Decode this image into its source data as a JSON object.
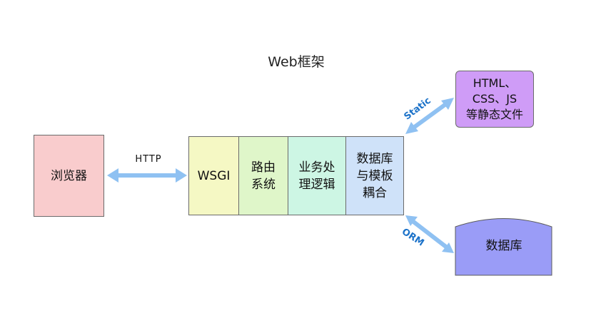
{
  "title": "Web框架",
  "nodes": {
    "browser": "浏览器",
    "wsgi": "WSGI",
    "router": "路由\n系统",
    "logic": "业务处\n理逻辑",
    "coupling": "数据库\n与模板\n耦合",
    "static_files": "HTML、\nCSS、JS\n等静态文件",
    "database": "数据库"
  },
  "edges": {
    "http": "HTTP",
    "static": "Static",
    "orm": "ORM"
  },
  "colors": {
    "arrow": "#8fc1f2",
    "label_blue": "#1d73c9",
    "browser": "#f9cccd",
    "wsgi": "#f5f8c4",
    "router": "#dff6c9",
    "logic": "#cdf6e4",
    "coupling": "#cfe2f9",
    "static_files": "#cf9cf7",
    "database": "#9a9cf7"
  }
}
